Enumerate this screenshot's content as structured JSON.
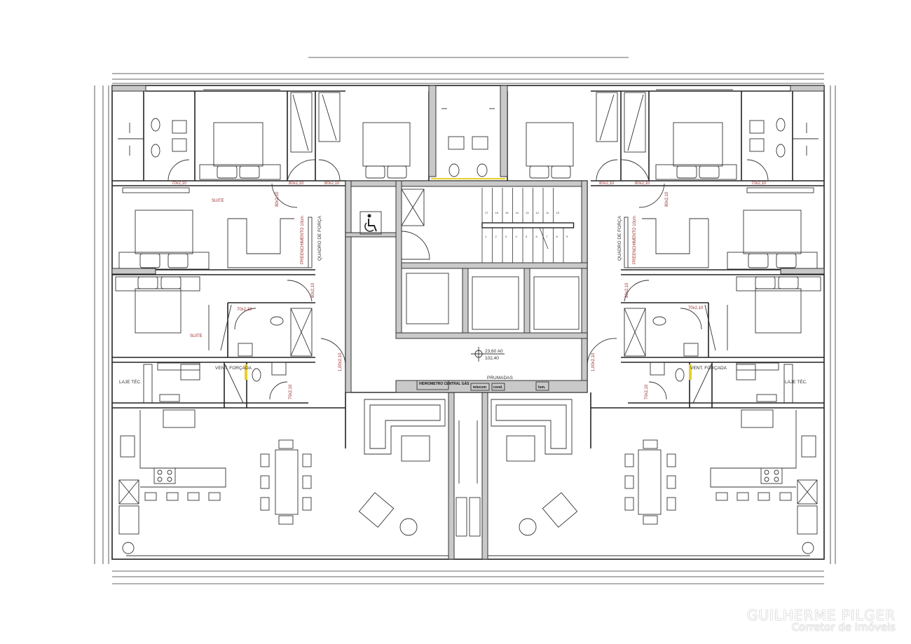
{
  "rooms": {
    "suite_1": "SUITE",
    "suite_2": "SUITE",
    "laje_tec": "LAJE TÉC.",
    "vent_forcada_left": "VENT. FORÇADA",
    "vent_forcada_right": "VENT. FORÇADA",
    "quadro_forca": "QUADRO DE FORÇA",
    "preenchimento": "PREENCHIMENTO 10cm",
    "prumadas": "PRUMADAS",
    "hidrometro": "HIDROMETRO CENTRAL GÁS",
    "telecom": "telecom",
    "cond": "cond.",
    "lum": "lum."
  },
  "doors": {
    "d70": "70x2,10",
    "d80": "80x2,10",
    "d100": "1,00x2,10"
  },
  "level_marker": {
    "top": "23,60 A0",
    "bottom": "102,40"
  },
  "stairs": {
    "upper_steps": [
      "17",
      "16",
      "15",
      "14",
      "13",
      "12",
      "11",
      "10"
    ],
    "lower_steps": [
      "1",
      "2",
      "3",
      "4",
      "5",
      "6",
      "7",
      "8",
      "9"
    ]
  },
  "watermark": {
    "name": "GUILHERME PILGER",
    "subtitle": "Corretor de Imóveis"
  }
}
